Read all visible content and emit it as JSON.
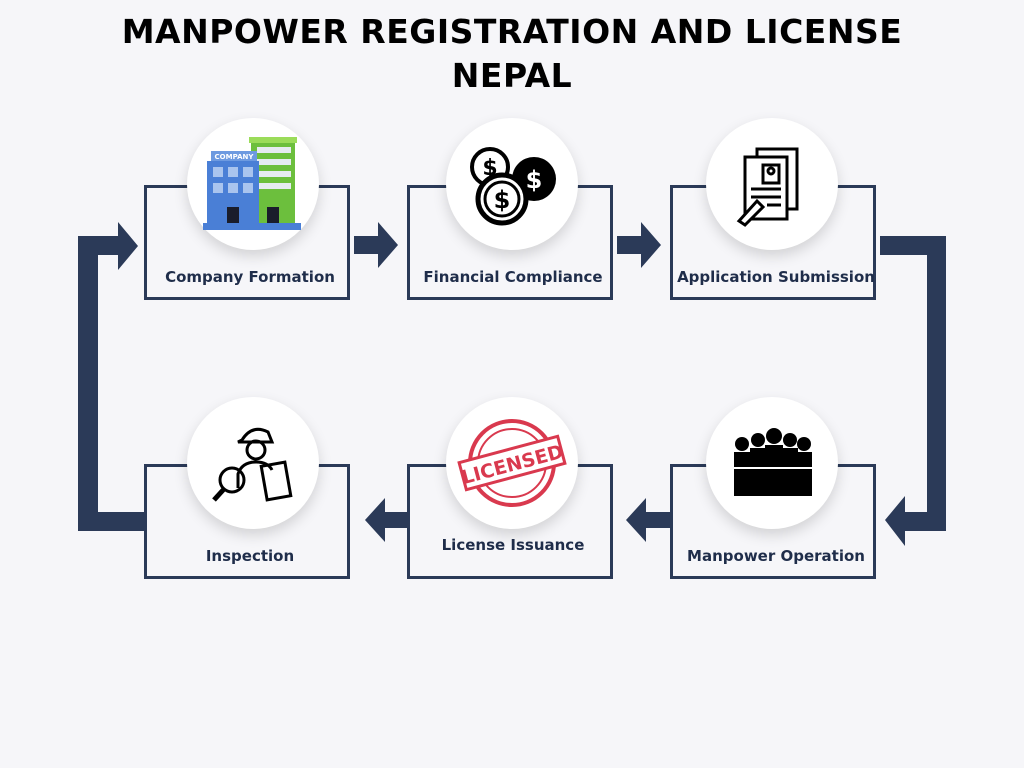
{
  "title_line1": "MANPOWER REGISTRATION AND LICENSE",
  "title_line2": "NEPAL",
  "steps": [
    {
      "label": "Company Formation",
      "icon": "company-building-icon"
    },
    {
      "label": "Financial Compliance",
      "icon": "dollar-coins-icon"
    },
    {
      "label": "Application Submission",
      "icon": "application-document-icon"
    },
    {
      "label": "Manpower Operation",
      "icon": "workers-group-icon"
    },
    {
      "label": "License Issuance",
      "icon": "licensed-stamp-icon"
    },
    {
      "label": "Inspection",
      "icon": "inspector-icon"
    }
  ],
  "stamp_text": "LICENSED",
  "building_sign": "COMPANY",
  "colors": {
    "arrow": "#2b3a58",
    "border": "#2b3a58"
  }
}
